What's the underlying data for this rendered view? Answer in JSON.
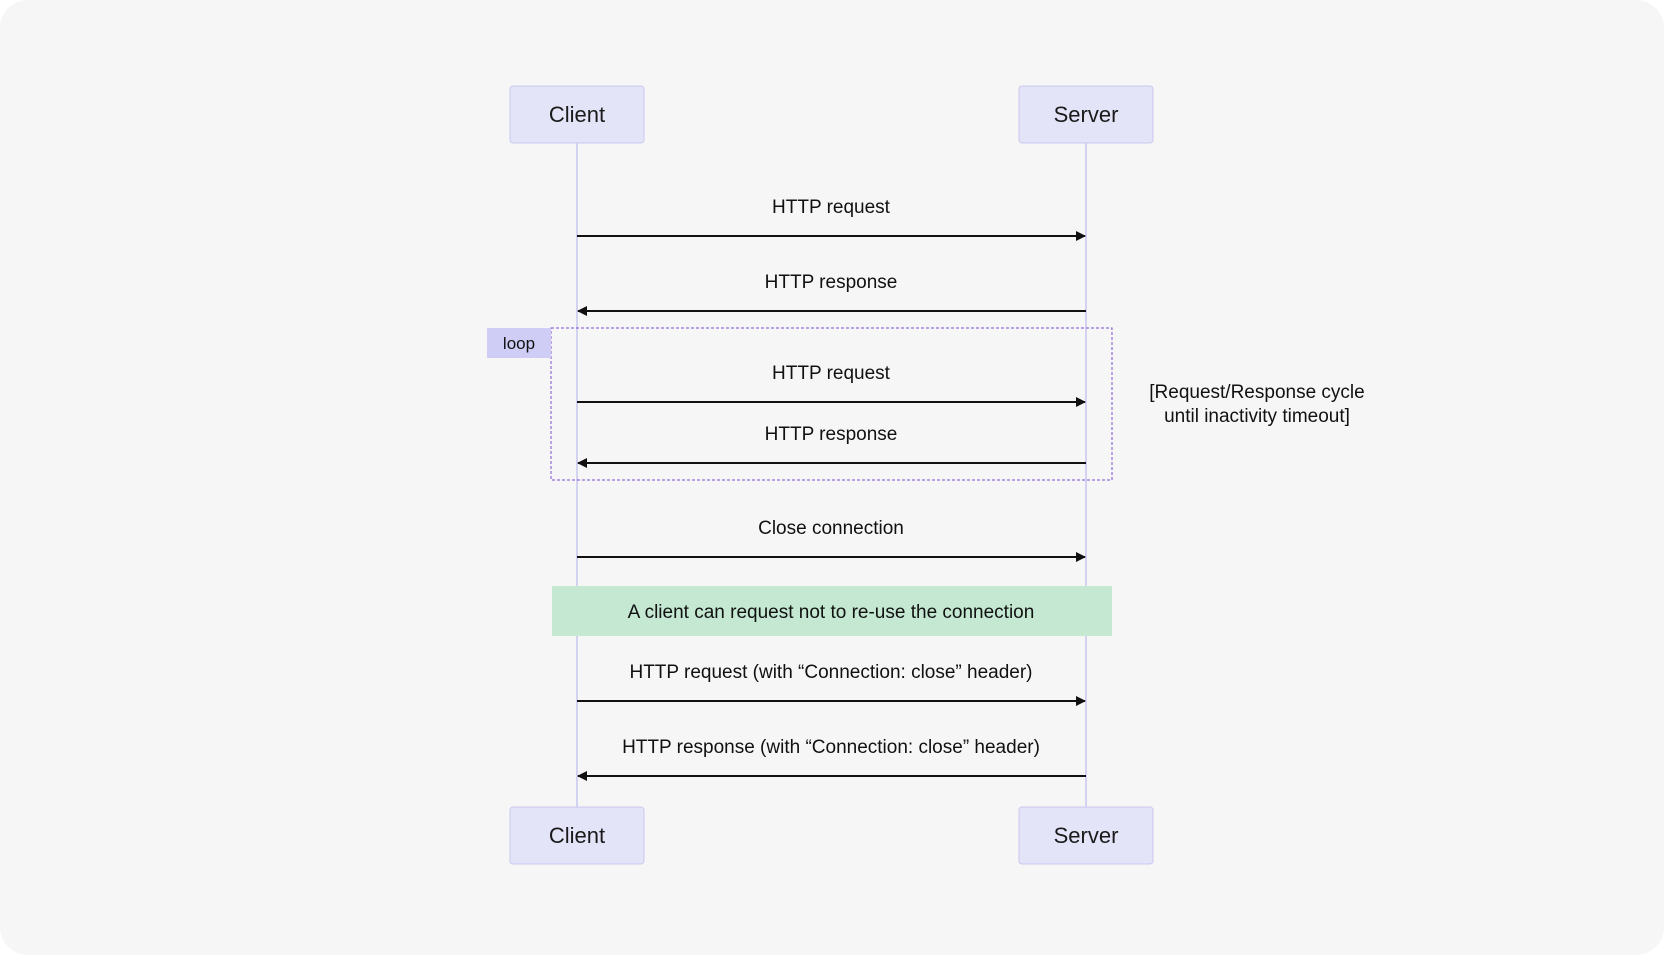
{
  "actors": {
    "left": "Client",
    "right": "Server"
  },
  "messages": [
    {
      "label": "HTTP request",
      "direction": "right"
    },
    {
      "label": "HTTP response",
      "direction": "left"
    },
    {
      "label": "HTTP request",
      "direction": "right"
    },
    {
      "label": "HTTP response",
      "direction": "left"
    },
    {
      "label": "Close connection",
      "direction": "right"
    },
    {
      "label": "HTTP request (with “Connection: close” header)",
      "direction": "right"
    },
    {
      "label": "HTTP response (with “Connection: close” header)",
      "direction": "left"
    }
  ],
  "loop": {
    "tag": "loop",
    "condition_line1": "[Request/Response cycle",
    "condition_line2": "until inactivity timeout]"
  },
  "note": {
    "text": "A client can request not to re-use the connection"
  },
  "colors": {
    "background": "#f6f6f7",
    "actor_fill": "#e4e4f9",
    "lifeline": "#c8c6ef",
    "loop_border": "#7b4fd1",
    "loop_tag": "#cfcdf5",
    "note_fill": "#c4e8d2"
  }
}
